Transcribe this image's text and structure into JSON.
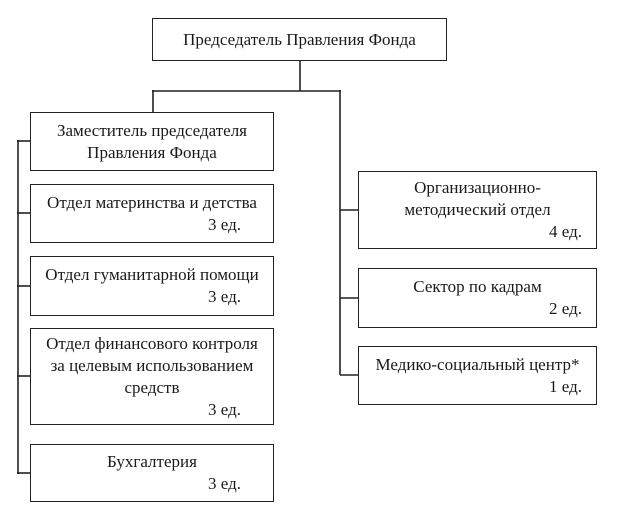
{
  "colors": {
    "line": "#222222",
    "text": "#1a1a1a",
    "background": "#ffffff"
  },
  "nodes": {
    "chairman": {
      "lines": [
        "Председатель Правления Фонда"
      ],
      "count": ""
    },
    "deputy": {
      "lines": [
        "Заместитель председателя",
        "Правления Фонда"
      ],
      "count": ""
    },
    "maternity": {
      "lines": [
        "Отдел материнства и детства"
      ],
      "count": "3 ед."
    },
    "humanitarian": {
      "lines": [
        "Отдел гуманитарной помощи"
      ],
      "count": "3 ед."
    },
    "financial": {
      "lines": [
        "Отдел финансового контроля",
        "за целевым использованием",
        "средств"
      ],
      "count": "3 ед."
    },
    "accounting": {
      "lines": [
        "Бухгалтерия"
      ],
      "count": "3 ед."
    },
    "org_method": {
      "lines": [
        "Организационно-",
        "методический отдел"
      ],
      "count": "4 ед."
    },
    "hr": {
      "lines": [
        "Сектор по кадрам"
      ],
      "count": "2 ед."
    },
    "medical": {
      "lines": [
        "Медико-социальный центр*"
      ],
      "count": "1 ед."
    }
  }
}
